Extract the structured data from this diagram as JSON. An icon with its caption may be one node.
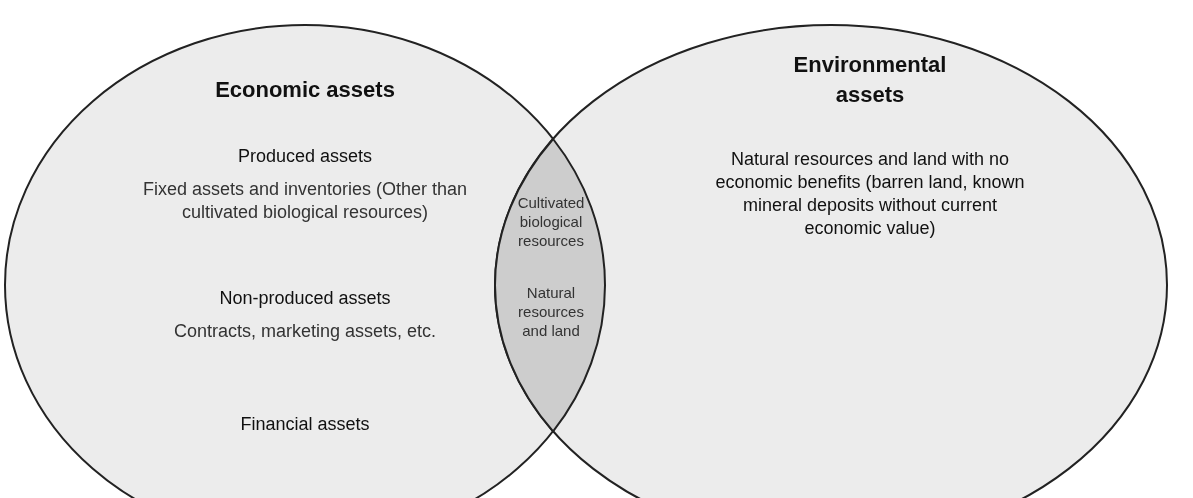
{
  "diagram": {
    "nodes": [
      {
        "text": [
          "Economic assets",
          "Produced assets",
          "Fixed assets and inventories (Other than cultivated biological resources)",
          "Non-produced assets",
          "Contracts, marketing assets, etc.",
          "Financial assets"
        ]
      },
      {
        "text": [
          "Environmental assets",
          "Natural resources and land with no economic benefits (barren land, known mineral deposits without current economic value)"
        ]
      },
      {
        "text": [
          "Cultivated biological resources",
          "Natural resources and land"
        ]
      }
    ],
    "edges": []
  }
}
